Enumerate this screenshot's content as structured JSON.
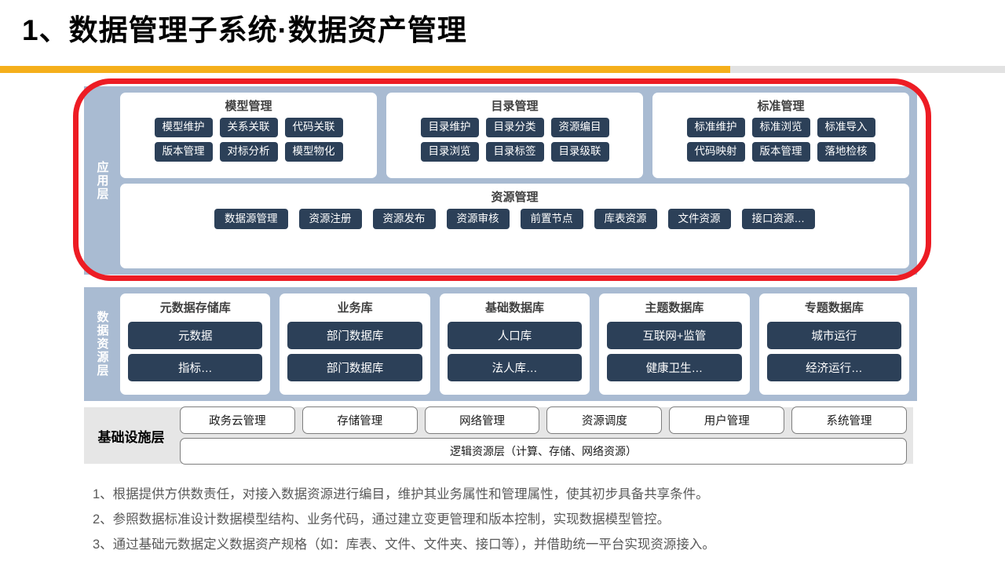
{
  "slide": {
    "title": "1、数据管理子系统·数据资产管理",
    "accent_color": "#F5AF1B",
    "highlight_color": "#ED1C24",
    "band_color": "#A9BBD2",
    "chip_color": "#2C4058"
  },
  "application_layer": {
    "label": "应用层",
    "groups": [
      {
        "title": "模型管理",
        "items": [
          "模型维护",
          "关系关联",
          "代码关联",
          "版本管理",
          "对标分析",
          "模型物化"
        ]
      },
      {
        "title": "目录管理",
        "items": [
          "目录维护",
          "目录分类",
          "资源编目",
          "目录浏览",
          "目录标签",
          "目录级联"
        ]
      },
      {
        "title": "标准管理",
        "items": [
          "标准维护",
          "标准浏览",
          "标准导入",
          "代码映射",
          "版本管理",
          "落地检核"
        ]
      }
    ],
    "resource_group": {
      "title": "资源管理",
      "items": [
        "数据源管理",
        "资源注册",
        "资源发布",
        "资源审核",
        "前置节点",
        "库表资源",
        "文件资源",
        "接口资源…"
      ]
    }
  },
  "data_resource_layer": {
    "label": "数据资源层",
    "groups": [
      {
        "title": "元数据存储库",
        "items": [
          "元数据",
          "指标…"
        ]
      },
      {
        "title": "业务库",
        "items": [
          "部门数据库",
          "部门数据库"
        ]
      },
      {
        "title": "基础数据库",
        "items": [
          "人口库",
          "法人库…"
        ]
      },
      {
        "title": "主题数据库",
        "items": [
          "互联网+监管",
          "健康卫生…"
        ]
      },
      {
        "title": "专题数据库",
        "items": [
          "城市运行",
          "经济运行…"
        ]
      }
    ]
  },
  "infrastructure_layer": {
    "label": "基础设施层",
    "buttons": [
      "政务云管理",
      "存储管理",
      "网络管理",
      "资源调度",
      "用户管理",
      "系统管理"
    ],
    "wide_bar": "逻辑资源层（计算、存储、网络资源）"
  },
  "notes": [
    "1、根据提供方供数责任，对接入数据资源进行编目，维护其业务属性和管理属性，使其初步具备共享条件。",
    "2、参照数据标准设计数据模型结构、业务代码，通过建立变更管理和版本控制，实现数据模型管控。",
    "3、通过基础元数据定义数据资产规格（如：库表、文件、文件夹、接口等），并借助统一平台实现资源接入。"
  ]
}
